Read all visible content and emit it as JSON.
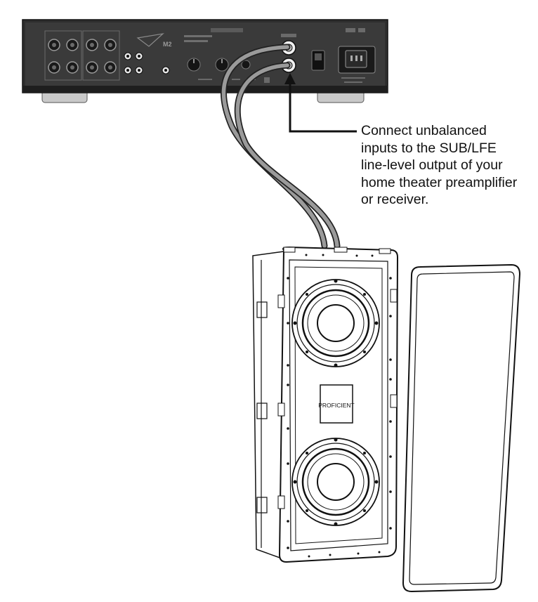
{
  "callout": {
    "lines": [
      "Connect unbalanced",
      "inputs to the SUB/LFE",
      "line-level output of your",
      "home theater preamplifier",
      "or receiver."
    ]
  },
  "amplifier": {
    "logo_text": "M2"
  },
  "subwoofer": {
    "badge_text": "PROFICIENT"
  },
  "colors": {
    "amp_body": "#2c2c2c",
    "amp_panel": "#3a3a3a",
    "cable": "#7a7a7a",
    "line": "#111111"
  }
}
